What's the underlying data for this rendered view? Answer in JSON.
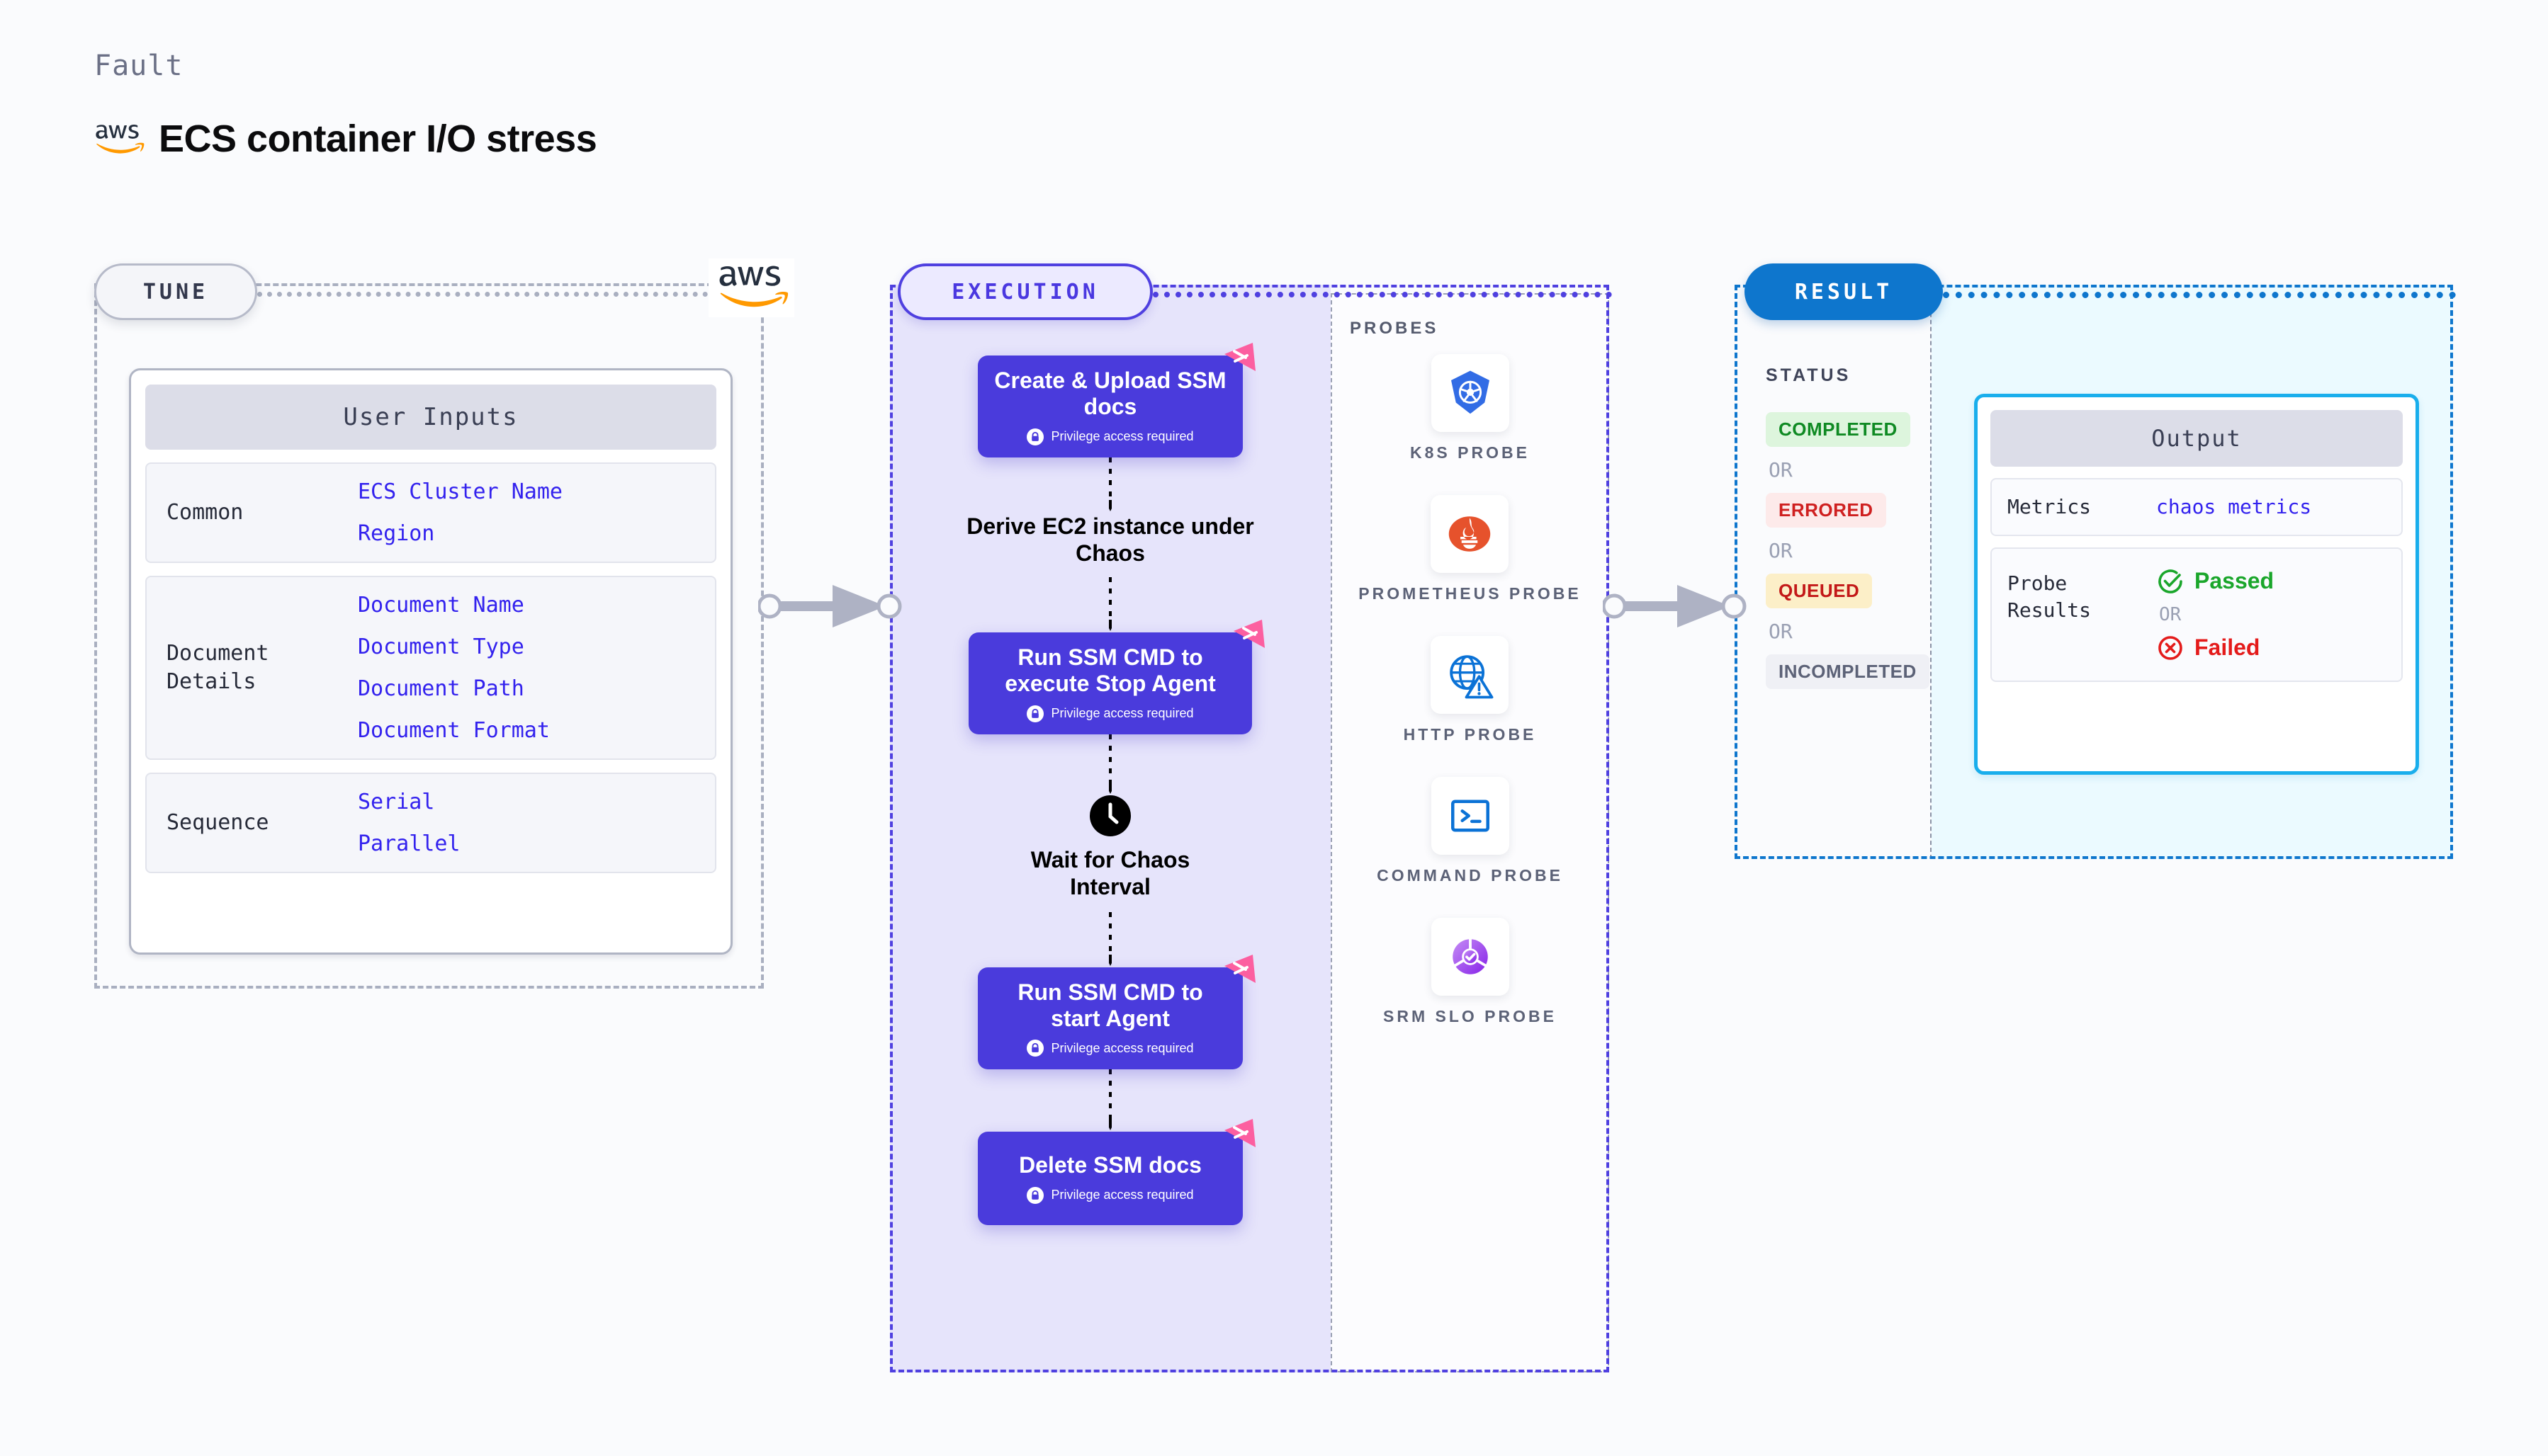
{
  "header": {
    "eyebrow": "Fault",
    "title": "ECS container I/O stress",
    "brand_icon": "aws-logo"
  },
  "stages": {
    "tune": {
      "label": "TUNE"
    },
    "execution": {
      "label": "EXECUTION"
    },
    "result": {
      "label": "RESULT"
    }
  },
  "tune": {
    "card_title": "User Inputs",
    "groups": [
      {
        "label": "Common",
        "values": [
          "ECS Cluster Name",
          "Region"
        ]
      },
      {
        "label": "Document\nDetails",
        "values": [
          "Document Name",
          "Document Type",
          "Document Path",
          "Document Format"
        ]
      },
      {
        "label": "Sequence",
        "values": [
          "Serial",
          "Parallel"
        ]
      }
    ]
  },
  "execution": {
    "privilege_note": "Privilege access required",
    "steps": [
      {
        "type": "card",
        "title": "Create & Upload SSM docs",
        "privileged": true,
        "badge": "harness-badge-icon"
      },
      {
        "type": "plain",
        "title": "Derive EC2 instance under Chaos",
        "icon": null
      },
      {
        "type": "card",
        "title": "Run SSM CMD to execute Stop Agent",
        "privileged": true,
        "badge": "harness-badge-icon"
      },
      {
        "type": "plain",
        "title": "Wait for Chaos Interval",
        "icon": "clock-icon"
      },
      {
        "type": "card",
        "title": "Run SSM CMD to start Agent",
        "privileged": true,
        "badge": "harness-badge-icon"
      },
      {
        "type": "card",
        "title": "Delete SSM docs",
        "privileged": true,
        "badge": "harness-badge-icon"
      }
    ]
  },
  "probes": {
    "title": "PROBES",
    "items": [
      {
        "label": "K8S PROBE",
        "icon": "kubernetes-icon"
      },
      {
        "label": "PROMETHEUS PROBE",
        "icon": "prometheus-icon"
      },
      {
        "label": "HTTP PROBE",
        "icon": "http-globe-icon"
      },
      {
        "label": "COMMAND PROBE",
        "icon": "terminal-icon"
      },
      {
        "label": "SRM SLO PROBE",
        "icon": "srm-slo-icon"
      }
    ]
  },
  "result": {
    "status_title": "STATUS",
    "or_text": "OR",
    "statuses": [
      {
        "label": "COMPLETED",
        "color": "#0f8a23",
        "bg": "#ddf5dd"
      },
      {
        "label": "ERRORED",
        "color": "#cf2020",
        "bg": "#fdeaea"
      },
      {
        "label": "QUEUED",
        "color": "#c31818",
        "bg": "#fcefc8"
      },
      {
        "label": "INCOMPLETED",
        "color": "#5c6277",
        "bg": "#eff0f5"
      }
    ],
    "output": {
      "card_title": "Output",
      "metrics_label": "Metrics",
      "metrics_value": "chaos metrics",
      "probe_results_label": "Probe\nResults",
      "passed_label": "Passed",
      "failed_label": "Failed",
      "or_text": "OR",
      "passed_icon": "check-circle-icon",
      "failed_icon": "x-circle-icon"
    }
  },
  "colors": {
    "purple": "#4a3bdc",
    "pink": "#fc5fa0",
    "blue": "#0e76cd",
    "cyan": "#19aeec",
    "mono_blue": "#3322ee",
    "grey": "#a9afc0"
  }
}
